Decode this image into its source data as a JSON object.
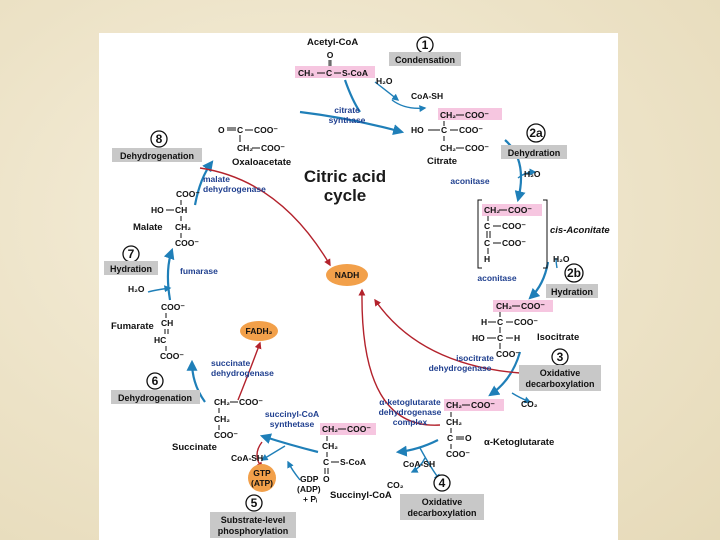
{
  "title": {
    "line1": "Citric acid",
    "line2": "cycle"
  },
  "colors": {
    "arrow_blue": "#1f7fb8",
    "nadh_red": "#b3222c",
    "box_gray": "#c8c8c8",
    "orange": "#f2a04a",
    "pink": "#f6c6e0"
  },
  "steps": {
    "s1": {
      "num": "1",
      "label": "Condensation"
    },
    "s2a": {
      "num": "2a",
      "label": "Dehydration"
    },
    "s2b": {
      "num": "2b",
      "label": "Hydration"
    },
    "s3": {
      "num": "3",
      "label1": "Oxidative",
      "label2": "decarboxylation"
    },
    "s4": {
      "num": "4",
      "label1": "Oxidative",
      "label2": "decarboxylation"
    },
    "s5": {
      "num": "5",
      "label1": "Substrate-level",
      "label2": "phosphorylation"
    },
    "s6": {
      "num": "6",
      "label": "Dehydrogenation"
    },
    "s7": {
      "num": "7",
      "label": "Hydration"
    },
    "s8": {
      "num": "8",
      "label": "Dehydrogenation"
    }
  },
  "cofactors": {
    "nadh": "NADH",
    "fadh2": "FADH₂",
    "gtp1": "GTP",
    "gtp2": "(ATP)"
  },
  "enzymes": {
    "citrate_synthase": [
      "citrate",
      "synthase"
    ],
    "aconitase1": "aconitase",
    "aconitase2": "aconitase",
    "isocitrate_dh": [
      "isocitrate",
      "dehydrogenase"
    ],
    "akg_dh": [
      "α-ketoglutarate",
      "dehydrogenase",
      "complex"
    ],
    "succinyl_synthetase": [
      "succinyl-CoA",
      "synthetase"
    ],
    "succinate_dh": [
      "succinate",
      "dehydrogenase"
    ],
    "fumarase": "fumarase",
    "malate_dh": [
      "malate",
      "dehydrogenase"
    ]
  },
  "compounds": {
    "acetyl_coa": "Acetyl-CoA",
    "oxaloacetate": "Oxaloacetate",
    "citrate": "Citrate",
    "cis_aconitate": "cis-Aconitate",
    "isocitrate": "Isocitrate",
    "akg": "α-Ketoglutarate",
    "succinyl_coa": "Succinyl-CoA",
    "succinate": "Succinate",
    "fumarate": "Fumarate",
    "malate": "Malate"
  },
  "small": {
    "h2o_1": "H₂O",
    "coash_1": "CoA-SH",
    "h2o_2a": "H₂O",
    "h2o_2b": "H₂O",
    "co2_3": "CO₂",
    "coash_4": "CoA-SH",
    "co2_4": "CO₂",
    "coash_5": "CoA-SH",
    "gdp": "GDP",
    "adp": "(ADP)",
    "pi": "+ Pᵢ",
    "h2o_7": "H₂O"
  },
  "structures": {
    "acetyl": {
      "o": "O",
      "dbl": "‖",
      "ch3": "CH₃",
      "c": "C",
      "scoa": "S-CoA"
    },
    "oxalo": {
      "o": "O",
      "c": "C",
      "coo": "COO⁻",
      "ch2": "CH₂",
      "coo2": "COO⁻"
    },
    "citrate": {
      "ch2": "CH₂",
      "coo_top": "COO⁻",
      "ho": "HO",
      "c": "C",
      "coo_mid": "COO⁻",
      "ch2b": "CH₂",
      "coo_bot": "COO⁻"
    },
    "cis": {
      "ch2": "CH₂",
      "coo_top": "COO⁻",
      "c1": "C",
      "coo1": "COO⁻",
      "c2": "C",
      "coo2": "COO⁻",
      "h": "H"
    },
    "isocit": {
      "ch2": "CH₂",
      "coo_top": "COO⁻",
      "h": "H",
      "c1": "C",
      "coo1": "COO⁻",
      "ho": "HO",
      "c2": "C",
      "h2": "H",
      "coo_bot": "COO⁻"
    },
    "akg": {
      "ch2": "CH₂",
      "coo_top": "COO⁻",
      "ch2b": "CH₂",
      "c": "C",
      "o": "O",
      "coo_bot": "COO⁻"
    },
    "succcoa": {
      "ch2": "CH₂",
      "coo_top": "COO⁻",
      "ch2b": "CH₂",
      "c": "C",
      "scoa": "S-CoA",
      "o": "O"
    },
    "succ": {
      "ch2a": "CH₂",
      "coo_top": "COO⁻",
      "ch2b": "CH₂",
      "coo_bot": "COO⁻"
    },
    "fum": {
      "coo_top": "COO⁻",
      "ch": "CH",
      "hc": "HC",
      "coo_bot": "COO⁻"
    },
    "mal": {
      "coo_top": "COO⁻",
      "ho": "HO",
      "ch": "CH",
      "ch2": "CH₂",
      "coo_bot": "COO⁻"
    }
  }
}
